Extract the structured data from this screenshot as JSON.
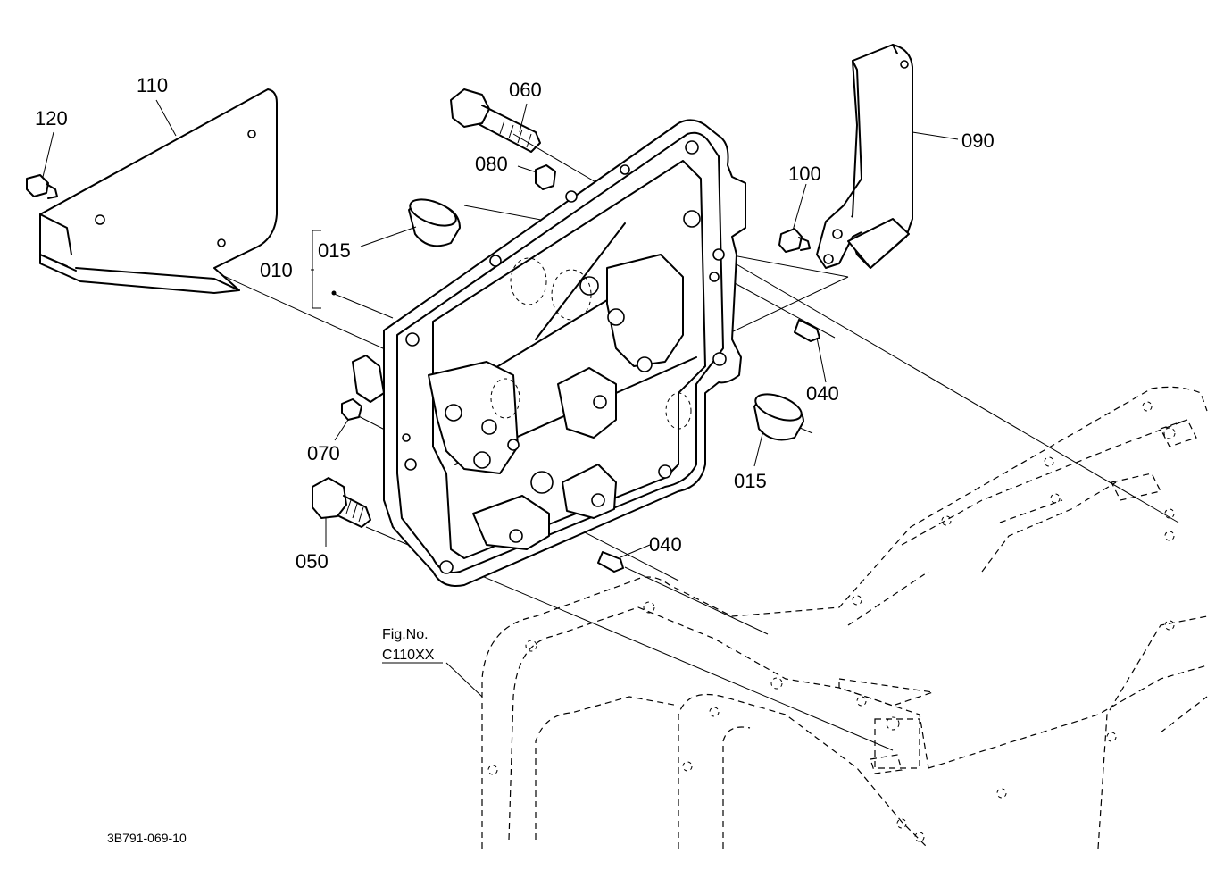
{
  "diagram": {
    "callouts": [
      {
        "id": "p110",
        "text": "110"
      },
      {
        "id": "p120",
        "text": "120"
      },
      {
        "id": "p060",
        "text": "060"
      },
      {
        "id": "p080",
        "text": "080"
      },
      {
        "id": "p015a",
        "text": "015"
      },
      {
        "id": "p010",
        "text": "010"
      },
      {
        "id": "p090",
        "text": "090"
      },
      {
        "id": "p100",
        "text": "100"
      },
      {
        "id": "p040a",
        "text": "040"
      },
      {
        "id": "p070",
        "text": "070"
      },
      {
        "id": "p015b",
        "text": "015"
      },
      {
        "id": "p050",
        "text": "050"
      },
      {
        "id": "p040b",
        "text": "040"
      }
    ],
    "fig_ref": {
      "line1": "Fig.No.",
      "line2": "C110XX"
    },
    "drawing_number": "3B791-069-10"
  }
}
